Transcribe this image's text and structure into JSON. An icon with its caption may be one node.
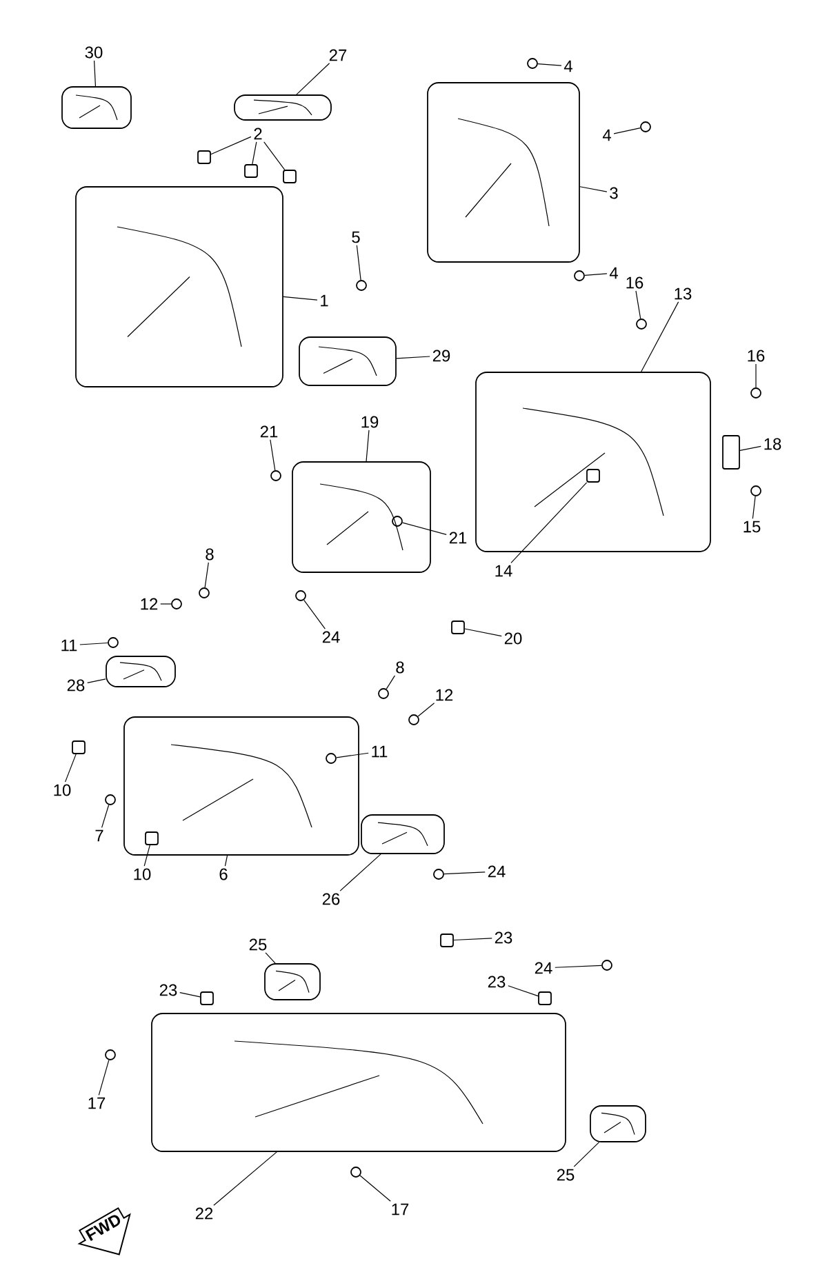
{
  "diagram": {
    "nodes": [
      {
        "text": [
          "30"
        ]
      },
      {
        "text": [],
        "shape": "picture"
      },
      {
        "text": [
          "27"
        ]
      },
      {
        "text": [],
        "shape": "picture"
      },
      {
        "text": [
          "2"
        ]
      },
      {
        "text": [],
        "shape": "box"
      },
      {
        "text": [],
        "shape": "box"
      },
      {
        "text": [],
        "shape": "box"
      },
      {
        "text": [
          "4"
        ]
      },
      {
        "text": [],
        "shape": "circle"
      },
      {
        "text": [
          "4"
        ]
      },
      {
        "text": [],
        "shape": "circle"
      },
      {
        "text": [
          "3"
        ]
      },
      {
        "text": [],
        "shape": "picture"
      },
      {
        "text": [
          "4"
        ]
      },
      {
        "text": [],
        "shape": "circle"
      },
      {
        "text": [
          "5"
        ]
      },
      {
        "text": [],
        "shape": "circle"
      },
      {
        "text": [
          "1"
        ]
      },
      {
        "text": [],
        "shape": "picture"
      },
      {
        "text": [
          "29"
        ]
      },
      {
        "text": [],
        "shape": "picture"
      },
      {
        "text": [
          "16"
        ]
      },
      {
        "text": [],
        "shape": "circle"
      },
      {
        "text": [
          "13"
        ]
      },
      {
        "text": [],
        "shape": "picture"
      },
      {
        "text": [
          "16"
        ]
      },
      {
        "text": [],
        "shape": "circle"
      },
      {
        "text": [
          "18"
        ]
      },
      {
        "text": [],
        "shape": "box"
      },
      {
        "text": [
          "15"
        ]
      },
      {
        "text": [],
        "shape": "circle"
      },
      {
        "text": [],
        "shape": "box",
        "in": 25
      },
      {
        "text": [
          "14"
        ]
      },
      {
        "text": [
          "21"
        ]
      },
      {
        "text": [],
        "shape": "circle"
      },
      {
        "text": [
          "19"
        ]
      },
      {
        "text": [],
        "shape": "picture"
      },
      {
        "text": [],
        "shape": "circle",
        "in": 37
      },
      {
        "text": [
          "21"
        ]
      },
      {
        "text": [
          "8"
        ]
      },
      {
        "text": [],
        "shape": "circle"
      },
      {
        "text": [
          "12"
        ]
      },
      {
        "text": [],
        "shape": "circle"
      },
      {
        "text": [
          "11"
        ]
      },
      {
        "text": [],
        "shape": "circle"
      },
      {
        "text": [
          "28"
        ]
      },
      {
        "text": [],
        "shape": "picture"
      },
      {
        "text": [
          "24"
        ]
      },
      {
        "text": [],
        "shape": "circle"
      },
      {
        "text": [
          "20"
        ]
      },
      {
        "text": [],
        "shape": "box"
      },
      {
        "text": [
          "8"
        ]
      },
      {
        "text": [],
        "shape": "circle"
      },
      {
        "text": [
          "12"
        ]
      },
      {
        "text": [],
        "shape": "circle"
      },
      {
        "text": [],
        "shape": "picture"
      },
      {
        "text": [],
        "shape": "circle",
        "in": 56
      },
      {
        "text": [
          "11"
        ]
      },
      {
        "text": [
          "10"
        ]
      },
      {
        "text": [],
        "shape": "box"
      },
      {
        "text": [
          "7"
        ]
      },
      {
        "text": [],
        "shape": "circle"
      },
      {
        "text": [],
        "shape": "box",
        "in": 56
      },
      {
        "text": [
          "10"
        ]
      },
      {
        "text": [
          "6"
        ]
      },
      {
        "text": [],
        "shape": "picture"
      },
      {
        "text": [
          "26"
        ]
      },
      {
        "text": [
          "24"
        ]
      },
      {
        "text": [],
        "shape": "circle"
      },
      {
        "text": [
          "23"
        ]
      },
      {
        "text": [],
        "shape": "box"
      },
      {
        "text": [
          "25"
        ]
      },
      {
        "text": [],
        "shape": "picture"
      },
      {
        "text": [
          "23"
        ]
      },
      {
        "text": [],
        "shape": "box"
      },
      {
        "text": [
          "24"
        ]
      },
      {
        "text": [],
        "shape": "circle"
      },
      {
        "text": [
          "23"
        ]
      },
      {
        "text": [],
        "shape": "box"
      },
      {
        "text": [],
        "shape": "picture"
      },
      {
        "text": [
          "17"
        ]
      },
      {
        "text": [],
        "shape": "circle"
      },
      {
        "text": [
          "25"
        ]
      },
      {
        "text": [],
        "shape": "picture"
      },
      {
        "text": [
          "22"
        ]
      },
      {
        "text": [
          "17"
        ]
      },
      {
        "text": [],
        "shape": "circle"
      }
    ],
    "edges": [
      {
        "from": 0,
        "to": 1,
        "arrow": "none"
      },
      {
        "from": 2,
        "to": 3,
        "arrow": "none"
      },
      {
        "from": 4,
        "to": 5,
        "arrow": "none"
      },
      {
        "from": 4,
        "to": 6,
        "arrow": "none"
      },
      {
        "from": 4,
        "to": 7,
        "arrow": "none"
      },
      {
        "from": 8,
        "to": 9,
        "arrow": "none"
      },
      {
        "from": 10,
        "to": 11,
        "arrow": "none"
      },
      {
        "from": 12,
        "to": 13,
        "arrow": "none"
      },
      {
        "from": 14,
        "to": 15,
        "arrow": "none"
      },
      {
        "from": 16,
        "to": 17,
        "arrow": "none"
      },
      {
        "from": 18,
        "to": 19,
        "arrow": "none"
      },
      {
        "from": 20,
        "to": 21,
        "arrow": "none"
      },
      {
        "from": 22,
        "to": 23,
        "arrow": "none"
      },
      {
        "from": 24,
        "to": 25,
        "arrow": "none"
      },
      {
        "from": 26,
        "to": 27,
        "arrow": "none"
      },
      {
        "from": 28,
        "to": 29,
        "arrow": "none"
      },
      {
        "from": 30,
        "to": 31,
        "arrow": "none"
      },
      {
        "from": 33,
        "to": 32,
        "arrow": "none"
      },
      {
        "from": 34,
        "to": 35,
        "arrow": "none"
      },
      {
        "from": 36,
        "to": 37,
        "arrow": "none"
      },
      {
        "from": 39,
        "to": 38,
        "arrow": "none"
      },
      {
        "from": 40,
        "to": 41,
        "arrow": "none"
      },
      {
        "from": 42,
        "to": 43,
        "arrow": "none"
      },
      {
        "from": 44,
        "to": 45,
        "arrow": "none"
      },
      {
        "from": 46,
        "to": 47,
        "arrow": "none"
      },
      {
        "from": 48,
        "to": 49,
        "arrow": "none"
      },
      {
        "from": 50,
        "to": 51,
        "arrow": "none"
      },
      {
        "from": 52,
        "to": 53,
        "arrow": "none"
      },
      {
        "from": 54,
        "to": 55,
        "arrow": "none"
      },
      {
        "from": 58,
        "to": 57,
        "arrow": "none"
      },
      {
        "from": 59,
        "to": 60,
        "arrow": "none"
      },
      {
        "from": 61,
        "to": 62,
        "arrow": "none"
      },
      {
        "from": 64,
        "to": 63,
        "arrow": "none"
      },
      {
        "from": 65,
        "to": 56,
        "arrow": "none"
      },
      {
        "from": 67,
        "to": 66,
        "arrow": "none"
      },
      {
        "from": 68,
        "to": 69,
        "arrow": "none"
      },
      {
        "from": 70,
        "to": 71,
        "arrow": "none"
      },
      {
        "from": 72,
        "to": 73,
        "arrow": "none"
      },
      {
        "from": 74,
        "to": 75,
        "arrow": "none"
      },
      {
        "from": 76,
        "to": 77,
        "arrow": "none"
      },
      {
        "from": 78,
        "to": 79,
        "arrow": "none"
      },
      {
        "from": 81,
        "to": 82,
        "arrow": "none"
      },
      {
        "from": 83,
        "to": 84,
        "arrow": "none"
      },
      {
        "from": 85,
        "to": 80,
        "arrow": "none"
      },
      {
        "from": 86,
        "to": 87,
        "arrow": "none"
      }
    ],
    "labels": [
      "FWD"
    ]
  }
}
